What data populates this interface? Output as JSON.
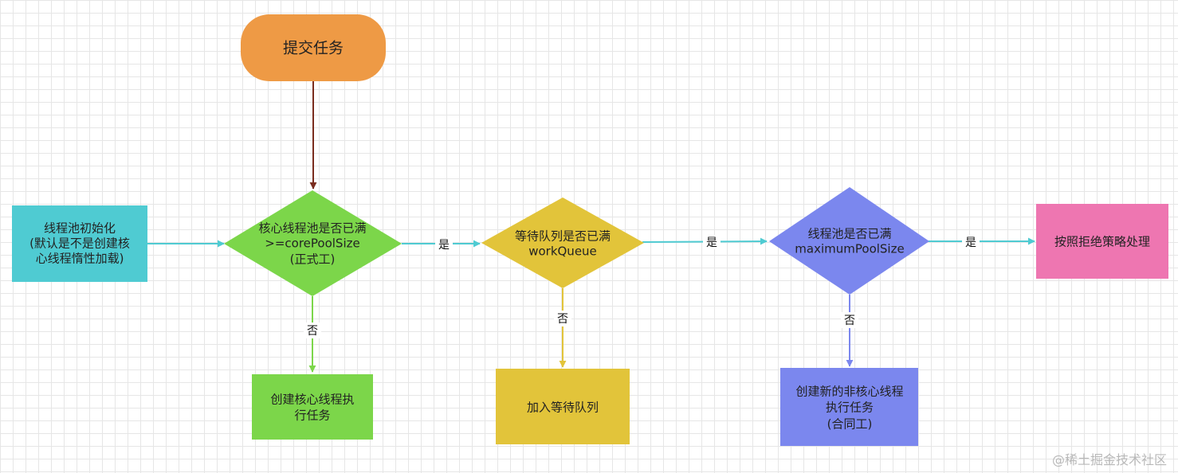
{
  "colors": {
    "start": "#EE9A45",
    "init": "#4FCBD2",
    "decision_core": "#7CD64A",
    "decision_queue": "#E2C43A",
    "decision_max": "#7B87EE",
    "reject": "#EE76B1",
    "arrow_cyan": "#4FCBD2",
    "arrow_brown": "#7A2D1E",
    "arrow_green": "#7CD64A",
    "arrow_yellow": "#E2C43A",
    "arrow_blue": "#7B87EE"
  },
  "nodes": {
    "submit_task": {
      "line1": "提交任务"
    },
    "pool_init": {
      "line1": "线程池初始化",
      "line2": "(默认是不是创建核",
      "line3": "心线程惰性加载)"
    },
    "core_full": {
      "line1": "核心线程池是否已满",
      "line2": ">=corePoolSize",
      "line3": "(正式工)"
    },
    "queue_full": {
      "line1": "等待队列是否已满",
      "line2": "workQueue"
    },
    "pool_full": {
      "line1": "线程池是否已满",
      "line2": "maximumPoolSize"
    },
    "reject_policy": {
      "line1": "按照拒绝策略处理"
    },
    "create_core": {
      "line1": "创建核心线程执",
      "line2": "行任务"
    },
    "enqueue": {
      "line1": "加入等待队列"
    },
    "create_noncore": {
      "line1": "创建新的非核心线程",
      "line2": "执行任务",
      "line3": "(合同工)"
    }
  },
  "edges": {
    "core_yes": "是",
    "queue_yes": "是",
    "max_yes": "是",
    "core_no": "否",
    "queue_no": "否",
    "max_no": "否"
  },
  "watermark": "@稀土掘金技术社区"
}
